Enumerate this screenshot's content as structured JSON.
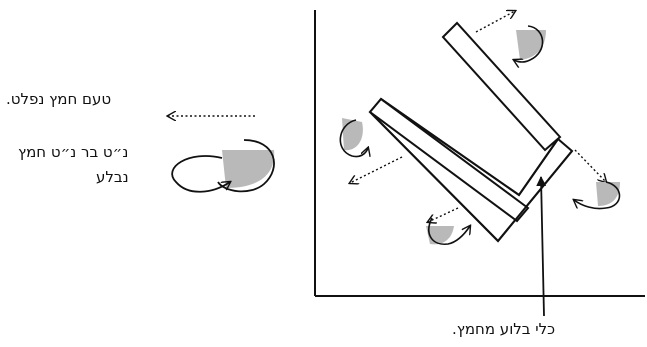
{
  "legend": {
    "taste_released": "טעם חמץ נפלט.",
    "bar_line1": "נ״ט בר נ״ט חמץ",
    "bar_line2": "נבלע"
  },
  "callout": {
    "vessel": "כלי בלוע מחמץ."
  },
  "colors": {
    "ink": "#111111",
    "shade": "#b9b9b9"
  },
  "icons": [
    "dotted-arrow-icon",
    "curved-arrow-icon"
  ]
}
